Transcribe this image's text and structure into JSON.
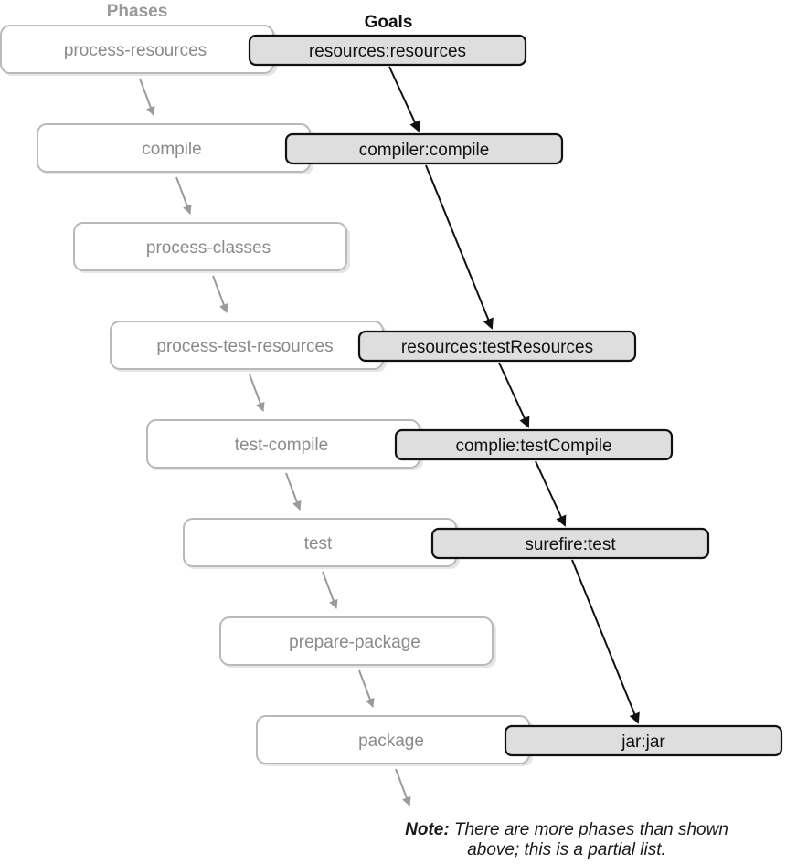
{
  "headers": {
    "phases": "Phases",
    "goals": "Goals"
  },
  "phases": [
    {
      "label": "process-resources"
    },
    {
      "label": "compile"
    },
    {
      "label": "process-classes"
    },
    {
      "label": "process-test-resources"
    },
    {
      "label": "test-compile"
    },
    {
      "label": "test"
    },
    {
      "label": "prepare-package"
    },
    {
      "label": "package"
    }
  ],
  "goals": [
    {
      "label": "resources:resources",
      "phase_index": 0
    },
    {
      "label": "compiler:compile",
      "phase_index": 1
    },
    {
      "label": "resources:testResources",
      "phase_index": 3
    },
    {
      "label": "complie:testCompile",
      "phase_index": 4
    },
    {
      "label": "surefire:test",
      "phase_index": 5
    },
    {
      "label": "jar:jar",
      "phase_index": 7
    }
  ],
  "note": {
    "label": "Note:",
    "line1": "There are more phases than shown",
    "line2": "above; this is a partial list."
  },
  "colors": {
    "phase_border": "#b9b9b9",
    "phase_text": "#8a8a8a",
    "phase_arrow": "#9a9a9a",
    "goal_fill": "#dedede",
    "goal_border": "#111111",
    "goal_text": "#111111",
    "goal_arrow": "#111111",
    "header_phases": "#9a9a9a",
    "header_goals": "#111111"
  }
}
